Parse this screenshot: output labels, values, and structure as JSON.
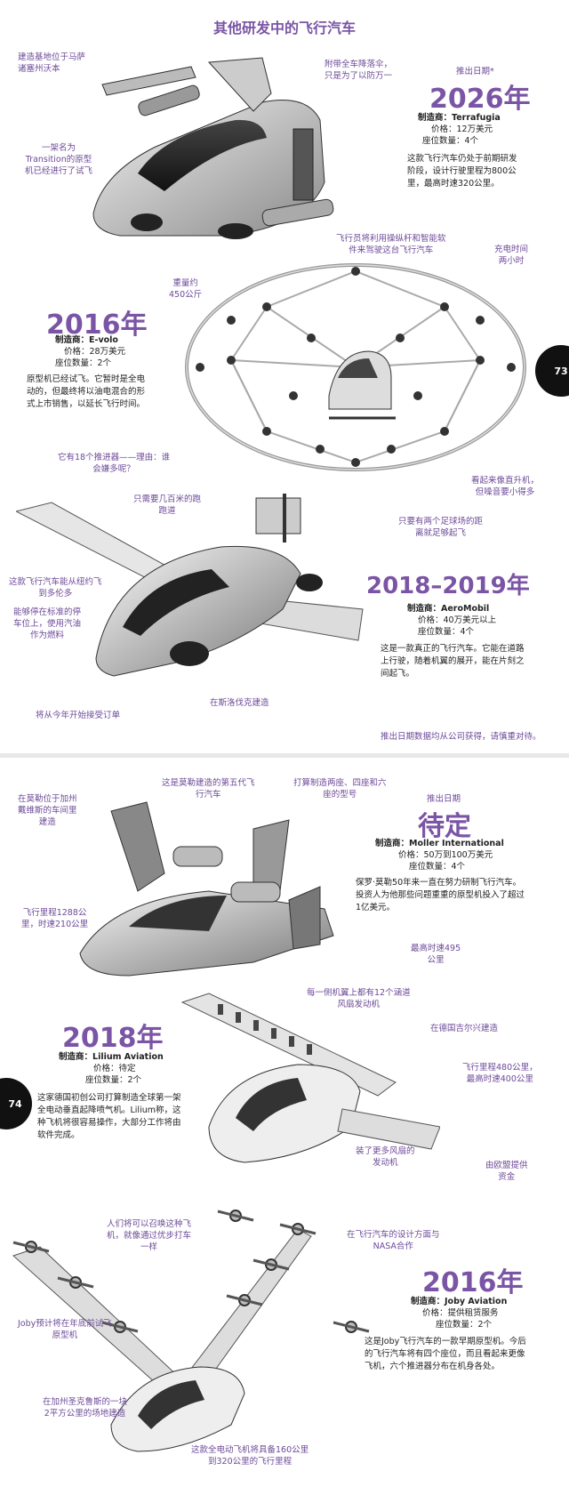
{
  "page1": {
    "title": "其他研发中的飞行汽车",
    "page_number": "73",
    "transition": {
      "ann_base": "建造基地位于马萨\n诸塞州沃本",
      "ann_parachute": "附带全车降落伞，\n只是为了以防万一",
      "ann_prototype": "一架名为\nTransition的原型\n机已经进行了试飞",
      "release_label": "推出日期*",
      "year": "2026年",
      "maker_label": "制造商：",
      "maker": "Terrafugia",
      "price": "价格：12万美元",
      "seats": "座位数量：4个",
      "desc": "这款飞行汽车仍处于前期研发\n阶段，设计行驶里程为800公\n里，最高时速320公里。"
    },
    "evolo": {
      "ann_joystick": "飞行员将利用操纵杆和智能软\n件来驾驶这台飞行汽车",
      "ann_charge": "充电时间\n两小时",
      "ann_weight": "重量约\n450公斤",
      "year": "2016年",
      "maker_label": "制造商：",
      "maker": "E-volo",
      "price": "价格：28万美元",
      "seats": "座位数量：2个",
      "desc": "原型机已经试飞。它暂时是全电\n动的，但最终将以油电混合的形\n式上市销售，以延长飞行时间。",
      "ann_props": "它有18个推进器——理由：谁\n会嫌多呢？",
      "ann_helicopter": "看起来像直升机，\n但噪音要小得多"
    },
    "aeromobil": {
      "ann_runway": "只需要几百米的跑\n跑道",
      "ann_fields": "只要有两个足球场的距\n离就足够起飞",
      "ann_flight": "这款飞行汽车能从纽约飞\n到多伦多",
      "ann_parking": "能够停在标准的停\n车位上，使用汽油\n作为燃料",
      "year": "2018–2019年",
      "maker_label": "制造商：",
      "maker": "AeroMobil",
      "price": "价格：40万美元以上",
      "seats": "座位数量：4个",
      "desc": "这是一款真正的飞行汽车。它能在道路\n上行驶，随着机翼的展开，能在片刻之\n间起飞。",
      "ann_orders": "将从今年开始接受订单",
      "ann_built": "在斯洛伐克建造",
      "footnote": "推出日期数据均从公司获得，请慎重对待。"
    }
  },
  "page2": {
    "page_number": "74",
    "moller": {
      "ann_fifth": "这是莫勒建造的第五代飞\n行汽车",
      "ann_models": "打算制造两座、四座和六\n座的型号",
      "ann_davis": "在莫勒位于加州\n戴维斯的车间里\n建造",
      "release_label": "推出日期",
      "year": "待定",
      "maker_label": "制造商：",
      "maker": "Moller International",
      "price": "价格：50万到100万美元",
      "seats": "座位数量：4个",
      "desc": "保罗·莫勒50年来一直在努力研制飞行汽车。\n投资人为他那些问题重重的原型机投入了超过\n1亿美元。",
      "ann_range": "飞行里程1288公\n里，时速210公里",
      "ann_top": "最高时速495\n公里"
    },
    "lilium": {
      "ann_fans": "每一侧机翼上都有12个涵道\n风扇发动机",
      "year": "2018年",
      "maker_label": "制造商：",
      "maker": "Lilium Aviation",
      "price": "价格：待定",
      "seats": "座位数量：2个",
      "desc": "这家德国初创公司打算制造全球第一架\n全电动垂直起降喷气机。Lilium称，这\n种飞机将很容易操作，大部分工作将由\n软件完成。",
      "ann_germany": "在德国吉尔兴建造",
      "ann_range": "飞行里程480公里，\n最高时速400公里",
      "ann_engines": "装了更多风扇的\n发动机",
      "ann_funding": "由欧盟提供\n资金"
    },
    "joby": {
      "ann_summon": "人们将可以召唤这种飞\n机，就像通过优步打车\n一样",
      "ann_nasa": "在飞行汽车的设计方面与\nNASA合作",
      "ann_test": "Joby预计将在年底前试飞\n原型机",
      "year": "2016年",
      "maker_label": "制造商：",
      "maker": "Joby Aviation",
      "price": "价格：提供租赁服务",
      "seats": "座位数量：2个",
      "desc": "这是Joby飞行汽车的一款早期原型机。今后\n的飞行汽车将有四个座位，而且看起来更像\n飞机，六个推进器分布在机身各处。",
      "ann_site": "在加州圣克鲁斯的一块\n2平方公里的场地建造",
      "ann_electric": "这款全电动飞机将具备160公里\n到320公里的飞行里程"
    }
  }
}
